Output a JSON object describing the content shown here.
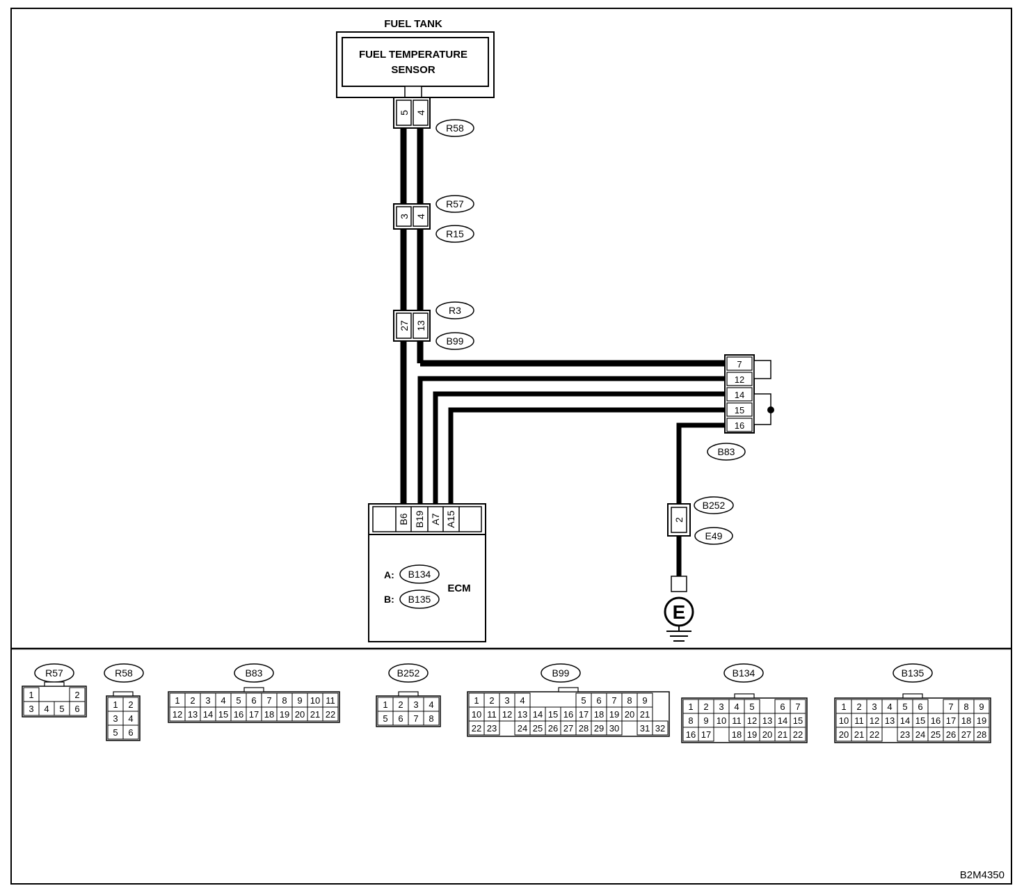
{
  "diagram": {
    "fuel_tank_label": "FUEL TANK",
    "sensor_label_line1": "FUEL TEMPERATURE",
    "sensor_label_line2": "SENSOR",
    "ecm_label": "ECM",
    "ecm_connector_a_prefix": "A:",
    "ecm_connector_b_prefix": "B:",
    "ground_symbol": "E",
    "figure_code": "B2M4350"
  },
  "connectors": {
    "R58": {
      "tag": "R58",
      "pins": [
        "5",
        "4"
      ]
    },
    "R57": {
      "tag": "R57"
    },
    "R15": {
      "tag": "R15",
      "pins": [
        "3",
        "4"
      ]
    },
    "R3": {
      "tag": "R3"
    },
    "B99": {
      "tag": "B99",
      "pins": [
        "27",
        "13"
      ]
    },
    "B83": {
      "tag": "B83",
      "pins": [
        "7",
        "12",
        "14",
        "15",
        "16"
      ]
    },
    "B252": {
      "tag": "B252"
    },
    "E49": {
      "tag": "E49",
      "pins": [
        "2"
      ]
    },
    "ECM": {
      "pins": [
        "B6",
        "B19",
        "A7",
        "A15"
      ],
      "conn_a": "B134",
      "conn_b": "B135"
    }
  },
  "connector_legend": [
    {
      "id": "R57",
      "rows": [
        [
          "1",
          "",
          "",
          "2"
        ],
        [
          "3",
          "4",
          "5",
          "6"
        ]
      ]
    },
    {
      "id": "R58",
      "rows": [
        [
          "1",
          "2"
        ],
        [
          "3",
          "4"
        ],
        [
          "5",
          "6"
        ]
      ]
    },
    {
      "id": "B83",
      "rows": [
        [
          "1",
          "2",
          "3",
          "4",
          "5",
          "6",
          "7",
          "8",
          "9",
          "10",
          "11"
        ],
        [
          "12",
          "13",
          "14",
          "15",
          "16",
          "17",
          "18",
          "19",
          "20",
          "21",
          "22"
        ]
      ]
    },
    {
      "id": "B252",
      "rows": [
        [
          "1",
          "2",
          "3",
          "4"
        ],
        [
          "5",
          "6",
          "7",
          "8"
        ]
      ]
    },
    {
      "id": "B99",
      "rows": [
        [
          "1",
          "2",
          "3",
          "4",
          "",
          "",
          "",
          "5",
          "6",
          "7",
          "8",
          "9"
        ],
        [
          "10",
          "11",
          "12",
          "13",
          "14",
          "15",
          "16",
          "17",
          "18",
          "19",
          "20",
          "21"
        ],
        [
          "22",
          "23",
          "",
          "24",
          "25",
          "26",
          "27",
          "28",
          "29",
          "30",
          "",
          "31",
          "32"
        ]
      ]
    },
    {
      "id": "B134",
      "rows": [
        [
          "1",
          "2",
          "3",
          "4",
          "5",
          "",
          "6",
          "7"
        ],
        [
          "8",
          "9",
          "10",
          "11",
          "12",
          "13",
          "14",
          "15"
        ],
        [
          "16",
          "17",
          "",
          "18",
          "19",
          "20",
          "21",
          "22"
        ]
      ]
    },
    {
      "id": "B135",
      "rows": [
        [
          "1",
          "2",
          "3",
          "4",
          "5",
          "6",
          "",
          "7",
          "8",
          "9"
        ],
        [
          "10",
          "11",
          "12",
          "13",
          "14",
          "15",
          "16",
          "17",
          "18",
          "19"
        ],
        [
          "20",
          "21",
          "22",
          "",
          "23",
          "24",
          "25",
          "26",
          "27",
          "28"
        ]
      ]
    }
  ]
}
